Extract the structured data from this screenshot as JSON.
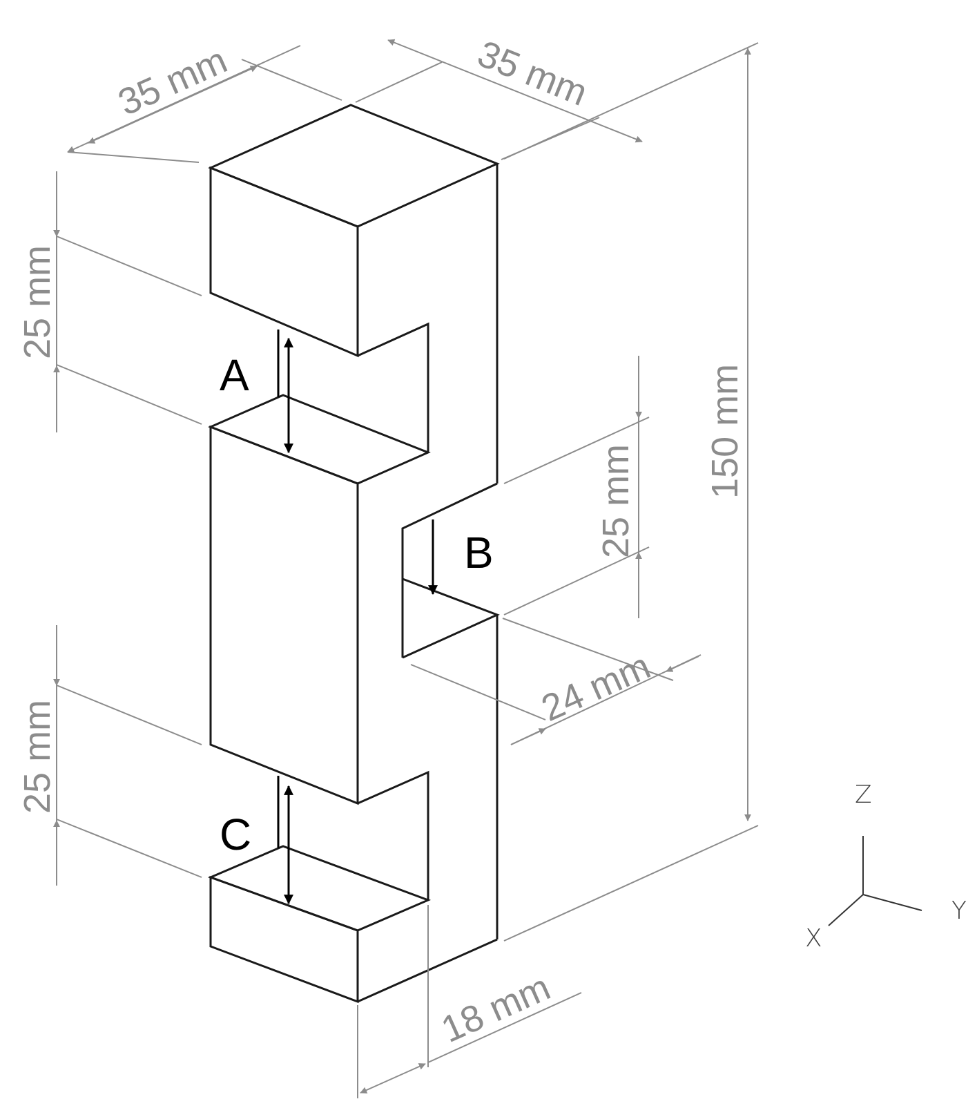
{
  "dimensions": {
    "width_top": "35 mm",
    "depth_top": "35 mm",
    "height_total": "150 mm",
    "slot_a": "25 mm",
    "slot_b": "25 mm",
    "slot_c": "25 mm",
    "slot_b_depth": "24 mm",
    "web_thickness": "18 mm"
  },
  "gap_labels": {
    "a": "A",
    "b": "B",
    "c": "C"
  },
  "axes": {
    "z": "Z",
    "y": "Y",
    "x": "X"
  },
  "colors": {
    "body_edge": "#1a1a1a",
    "dimension": "#8c8c8c",
    "gap_indicator": "#000000"
  }
}
